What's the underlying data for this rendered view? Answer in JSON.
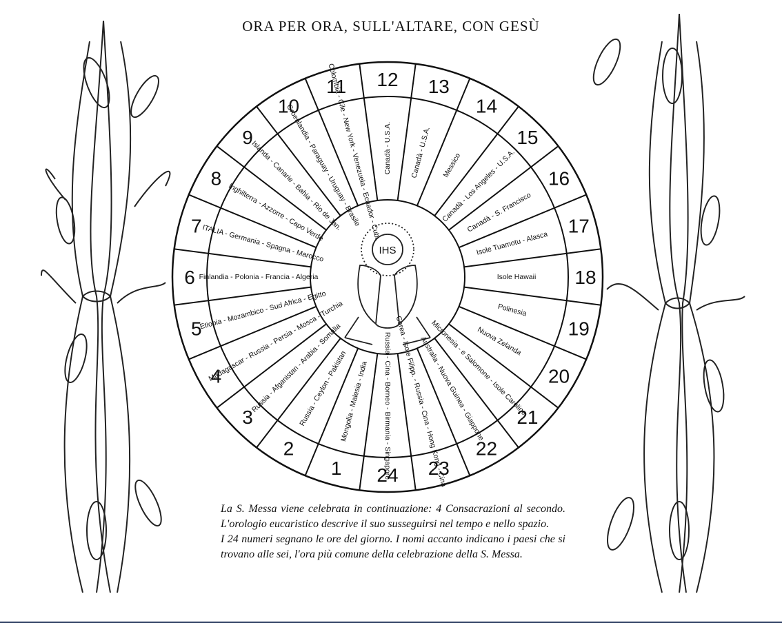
{
  "title": "ORA PER ORA, SULL'ALTARE, CON GESÙ",
  "center": {
    "host_monogram": "IHS"
  },
  "clock": {
    "hours": [
      {
        "hour": "12",
        "countries": "Canadà - U.S.A."
      },
      {
        "hour": "13",
        "countries": "Canadà - U.S.A."
      },
      {
        "hour": "14",
        "countries": "Messico"
      },
      {
        "hour": "15",
        "countries": "Canadà - Los Angeles - U.S.A."
      },
      {
        "hour": "16",
        "countries": "Canadà - S. Francisco"
      },
      {
        "hour": "17",
        "countries": "Isole Tuamotu - Alasca"
      },
      {
        "hour": "18",
        "countries": "Isole Hawaii"
      },
      {
        "hour": "19",
        "countries": "Polinesia"
      },
      {
        "hour": "20",
        "countries": "Nuova Zelanda"
      },
      {
        "hour": "21",
        "countries": "Micronesia - e Salomone - Isole Caroline"
      },
      {
        "hour": "22",
        "countries": "Australia - Nuova Guinea - Giappone"
      },
      {
        "hour": "23",
        "countries": "Corea - Isole Filipp. - Russia - Cina - Hong Kong - Cina"
      },
      {
        "hour": "24",
        "countries": "Russia - Cina - Borneo - Birmania - Singapore"
      },
      {
        "hour": "1",
        "countries": "Mongolia - Malesia - India"
      },
      {
        "hour": "2",
        "countries": "Russia - Ceylon - Pakistan"
      },
      {
        "hour": "3",
        "countries": "Russia - Afganistan - Arabia - Somalia"
      },
      {
        "hour": "4",
        "countries": "Madagascar - Russia - Persia - Mosca - Turchia"
      },
      {
        "hour": "5",
        "countries": "Etiopia - Mozambico - Sud Africa - Egitto"
      },
      {
        "hour": "6",
        "countries": "Finlandia - Polonia - Francia - Algeria"
      },
      {
        "hour": "7",
        "countries": "ITALIA - Germania - Spagna - Marocco"
      },
      {
        "hour": "8",
        "countries": "Inghilterra - Azzorre - Capo Verde"
      },
      {
        "hour": "9",
        "countries": "Islanda - Canarie - Bahia - Rio de Jan."
      },
      {
        "hour": "10",
        "countries": "Groenlandia - Paraguay - Uruguay - Brasile"
      },
      {
        "hour": "11",
        "countries": "Colombia - Cile - New York - Venezuela - Ecuador - Cuba"
      }
    ]
  },
  "caption": {
    "p1": "La S. Messa viene celebrata in continuazione: 4 Consacrazioni al secondo. L'orologio eucaristico descrive il suo susseguirsi nel tempo e nello spazio.",
    "p2": "I 24 numeri segnano le ore del giorno. I nomi accanto indicano i paesi che si trovano alle sei, l'ora più comune della celebrazione della S. Messa."
  }
}
